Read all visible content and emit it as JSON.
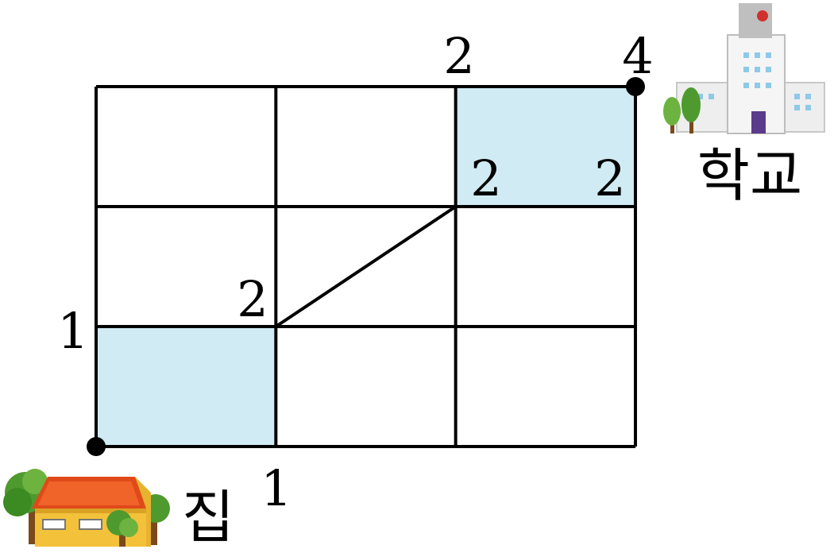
{
  "diagram": {
    "grid": {
      "cols": 3,
      "rows": 3
    },
    "shaded_cells": [
      {
        "col": 0,
        "row": 2
      },
      {
        "col": 2,
        "row": 0
      }
    ],
    "shade_color": "#d0ebf3",
    "line_color": "#000000",
    "diagonal": {
      "from": [
        1,
        2
      ],
      "to": [
        2,
        1
      ]
    },
    "points": [
      {
        "name": "home-point",
        "at": [
          0,
          3
        ]
      },
      {
        "name": "school-point",
        "at": [
          3,
          0
        ]
      }
    ],
    "labels": {
      "one_left": "1",
      "one_bottom": "1",
      "two_mid": "2",
      "two_top": "2",
      "two_inner_left": "2",
      "two_inner_right": "2",
      "four_corner": "4"
    },
    "home_label": "집",
    "school_label": "학교",
    "icons": {
      "home": "house-icon",
      "school": "school-building-icon"
    }
  }
}
